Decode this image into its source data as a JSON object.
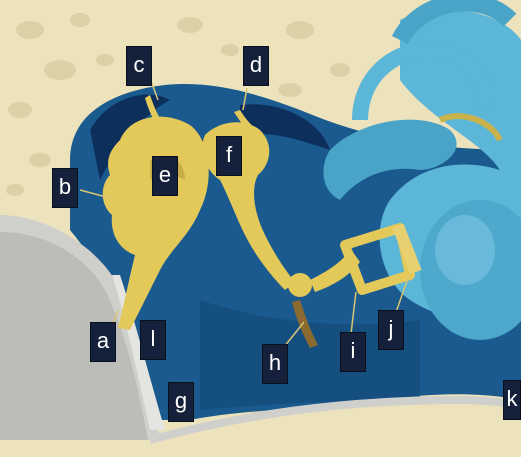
{
  "figure": {
    "description_colors": {
      "bone": "#ece2bc",
      "bone_pore": "#cfc29a",
      "cavity": "#1a5a8e",
      "cavity_dark": "#0d2f5c",
      "ossicle": "#e3c85a",
      "ossicle_shade": "#b89a3c",
      "inner_ear": "#5bb6d8",
      "membrane": "#d3d3d0",
      "label_bg": "#15203a"
    },
    "labels": [
      {
        "id": "a",
        "text": "a"
      },
      {
        "id": "b",
        "text": "b"
      },
      {
        "id": "c",
        "text": "c"
      },
      {
        "id": "d",
        "text": "d"
      },
      {
        "id": "e",
        "text": "e"
      },
      {
        "id": "f",
        "text": "f"
      },
      {
        "id": "g",
        "text": "g"
      },
      {
        "id": "h",
        "text": "h"
      },
      {
        "id": "i",
        "text": "i"
      },
      {
        "id": "j",
        "text": "j"
      },
      {
        "id": "k",
        "text": "k"
      },
      {
        "id": "l",
        "text": "l"
      }
    ]
  }
}
